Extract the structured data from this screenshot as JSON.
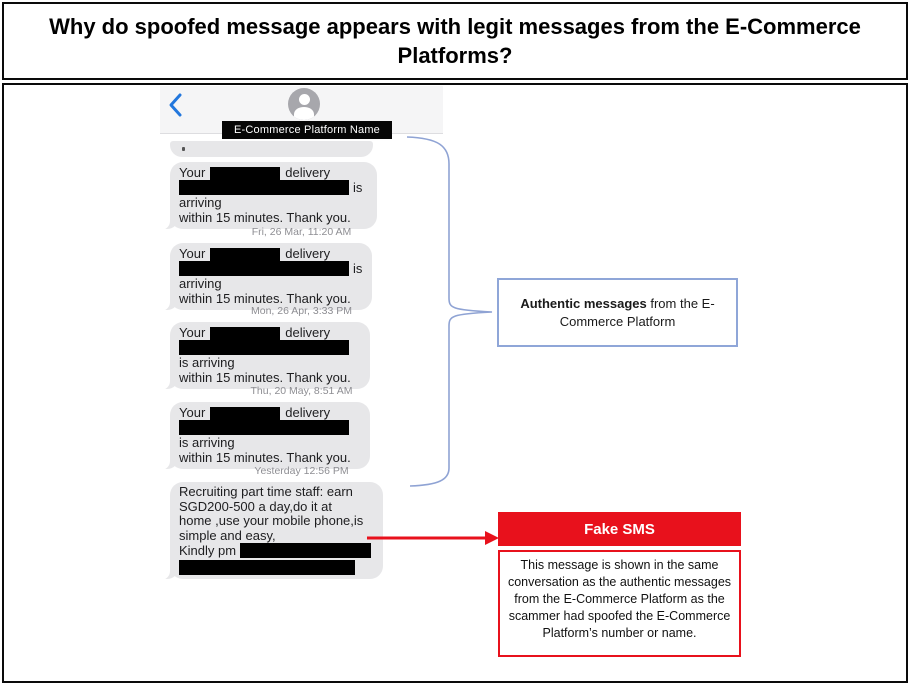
{
  "header": {
    "title": "Why do spoofed message appears with legit messages from the E-Commerce Platforms?"
  },
  "phone": {
    "back_icon": "chevron-left",
    "avatar_icon": "person-silhouette",
    "contact_label": "E-Commerce Platform Name",
    "delivery_message": {
      "prefix": "Your",
      "word": "delivery",
      "suffix": "is arriving",
      "last_line": "within 15 minutes. Thank you."
    },
    "timestamps": [
      "Fri, 26 Mar, 11:20 AM",
      "Mon, 26 Apr, 3:33 PM",
      "Thu, 20 May, 8:51 AM",
      "Yesterday 12:56 PM"
    ],
    "scam_message": {
      "lines": [
        "Recruiting part time staff: earn",
        "SGD200-500 a day,do it at",
        "home ,use your mobile phone,is",
        "simple and easy,",
        "Kindly pm"
      ]
    }
  },
  "annotations": {
    "authentic": {
      "bold": "Authentic messages",
      "rest": " from the E-Commerce Platform",
      "border_color": "#8fa6d8"
    },
    "fake": {
      "header": "Fake SMS",
      "body": "This message is shown in the same conversation as the authentic messages from the E-Commerce Platform as the scammer had spoofed the E-Commerce Platform’s number or name.",
      "accent_color": "#e8111c"
    }
  }
}
